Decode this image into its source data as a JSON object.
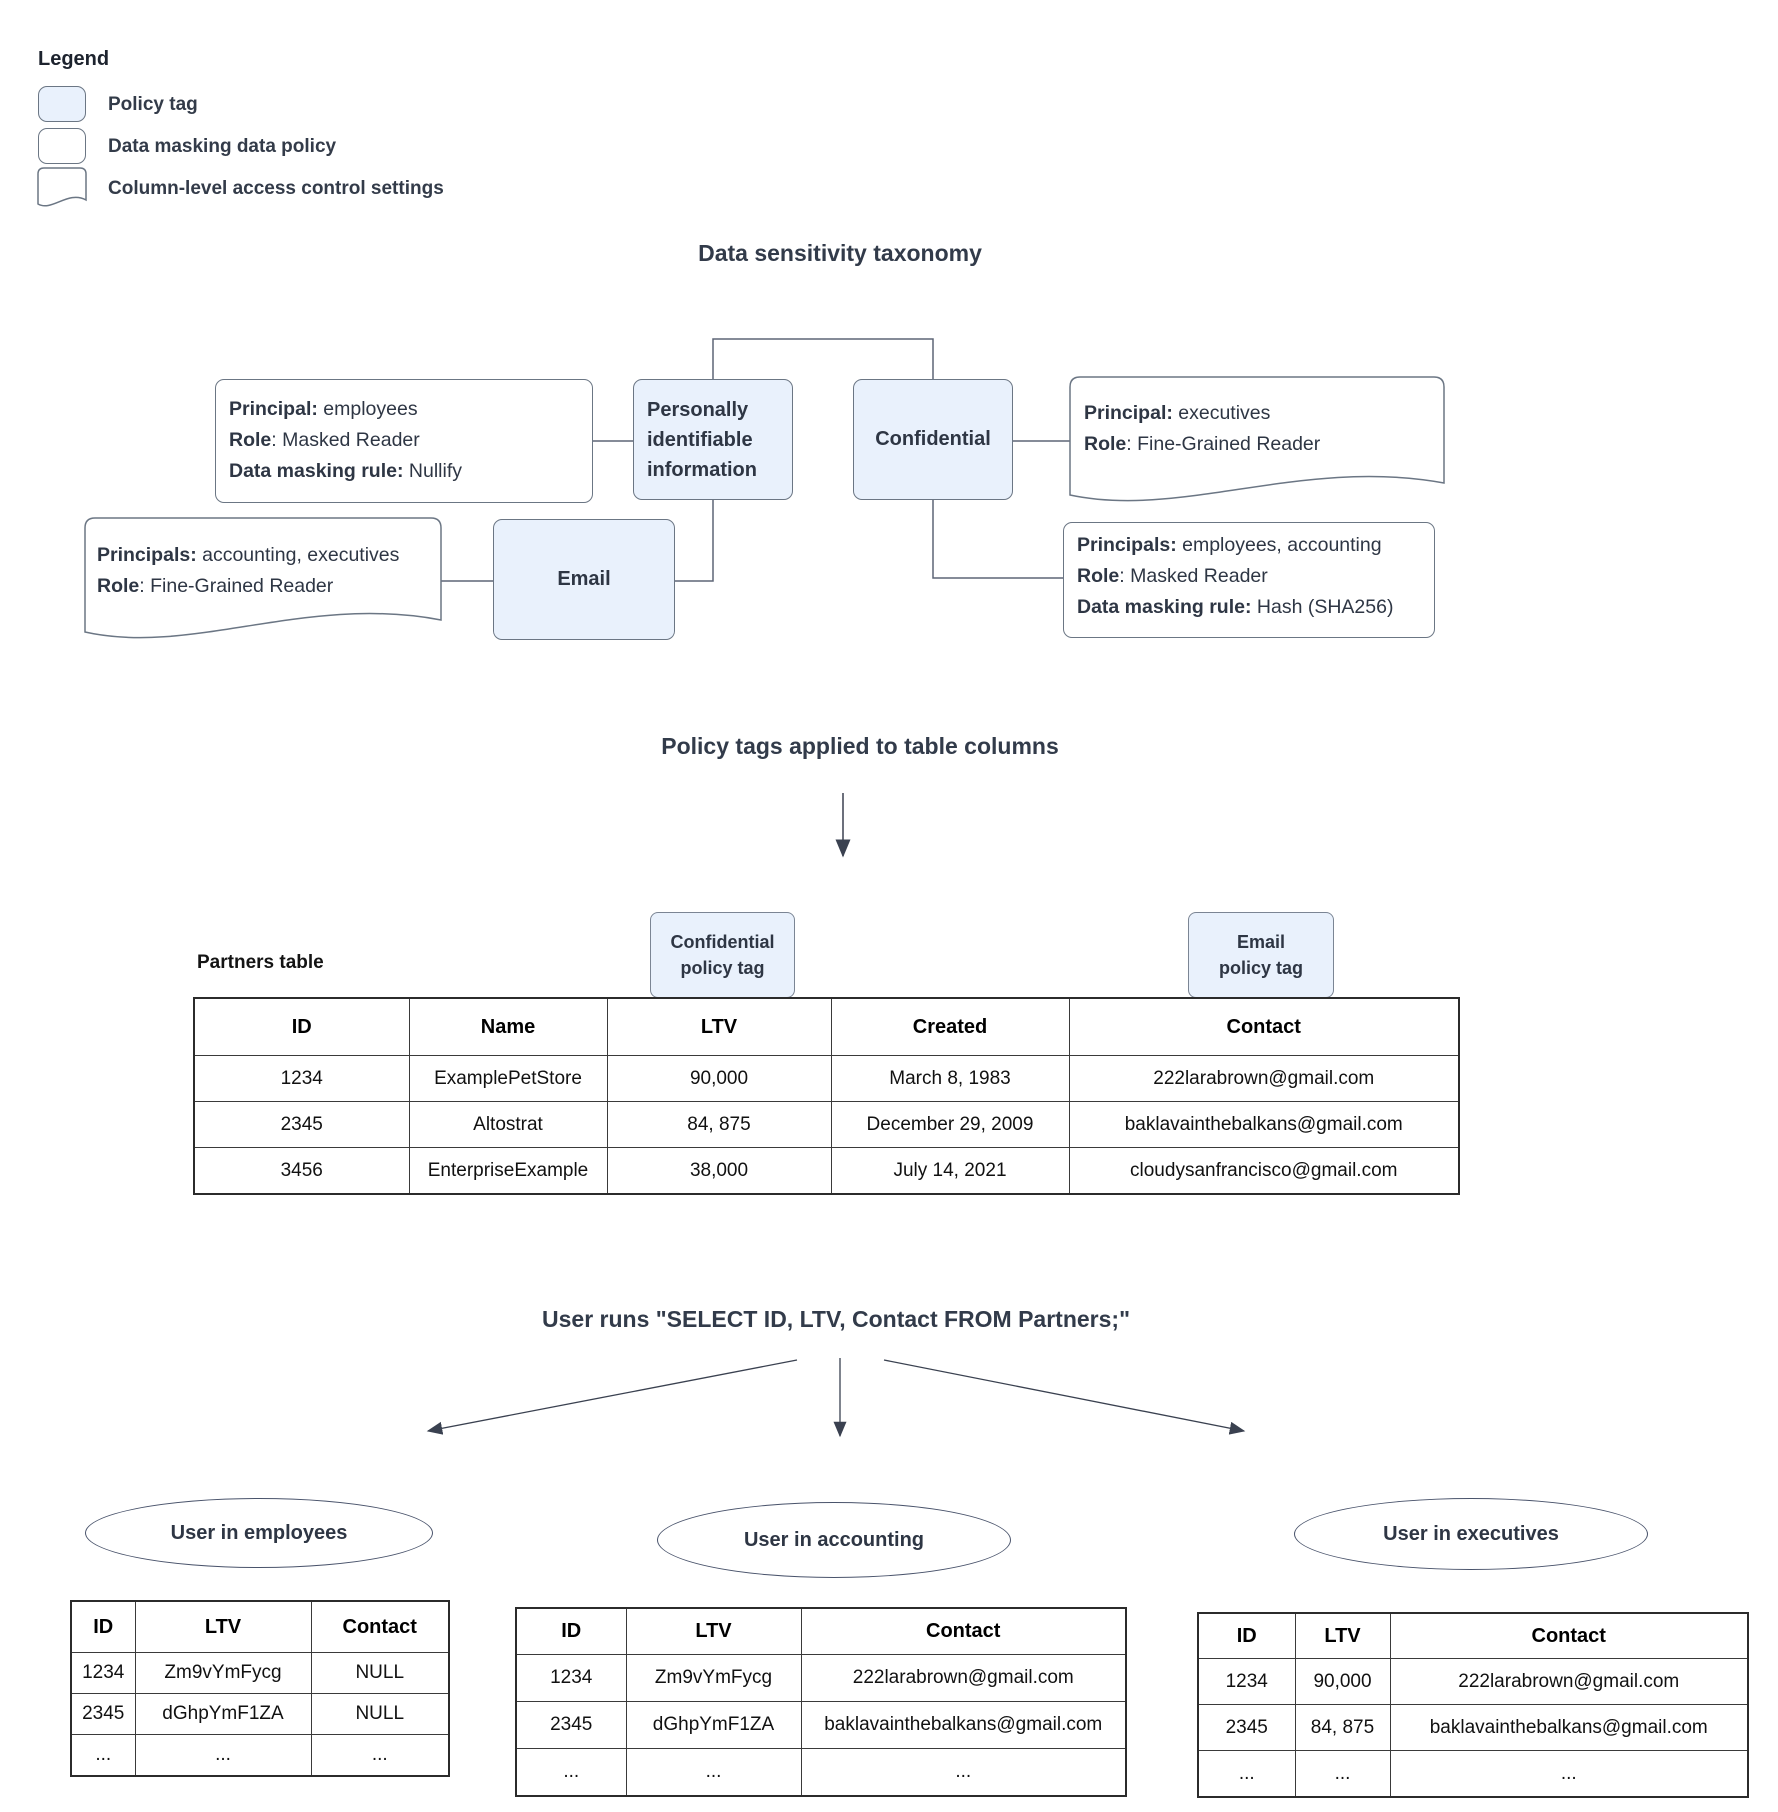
{
  "legend": {
    "title": "Legend",
    "items": [
      {
        "label": "Policy tag"
      },
      {
        "label": "Data masking data policy"
      },
      {
        "label": "Column-level access control settings"
      }
    ]
  },
  "taxonomy": {
    "title": "Data sensitivity taxonomy",
    "tags": {
      "pii": "Personally identifiable information",
      "confidential": "Confidential",
      "email": "Email"
    },
    "policies": {
      "employees_nullify": [
        {
          "label": "Principal:",
          "value": " employees"
        },
        {
          "label": "Role",
          "value": ": Masked Reader"
        },
        {
          "label": "Data masking rule:",
          "value": " Nullify"
        }
      ],
      "executives_acl": [
        {
          "label": "Principal:",
          "value": " executives"
        },
        {
          "label": "Role",
          "value": ": Fine-Grained Reader"
        }
      ],
      "accounting_acl": [
        {
          "label": "Principals:",
          "value": " accounting, executives"
        },
        {
          "label": "Role",
          "value": ": Fine-Grained Reader"
        }
      ],
      "hash_masking": [
        {
          "label": "Principals:",
          "value": " employees, accounting"
        },
        {
          "label": "Role",
          "value": ": Masked Reader"
        },
        {
          "label": "Data masking rule:",
          "value": " Hash (SHA256)"
        }
      ]
    }
  },
  "policy_section": {
    "title": "Policy tags applied to table columns"
  },
  "partners": {
    "label": "Partners table",
    "chips": [
      {
        "line1": "Confidential",
        "line2": "policy tag"
      },
      {
        "line1": "Email",
        "line2": "policy tag"
      }
    ],
    "headers": [
      "ID",
      "Name",
      "LTV",
      "Created",
      "Contact"
    ],
    "rows": [
      [
        "1234",
        "ExamplePetStore",
        "90,000",
        "March 8, 1983",
        "222larabrown@gmail.com"
      ],
      [
        "2345",
        "Altostrat",
        "84, 875",
        "December 29, 2009",
        "baklavainthebalkans@gmail.com"
      ],
      [
        "3456",
        "EnterpriseExample",
        "38,000",
        "July 14, 2021",
        "cloudysanfrancisco@gmail.com"
      ]
    ]
  },
  "query": {
    "title": "User runs \"SELECT ID, LTV, Contact FROM Partners;\""
  },
  "results": [
    {
      "user": "User in employees",
      "headers": [
        "ID",
        "LTV",
        "Contact"
      ],
      "rows": [
        [
          "1234",
          "Zm9vYmFycg",
          "NULL"
        ],
        [
          "2345",
          "dGhpYmF1ZA",
          "NULL"
        ],
        [
          "...",
          "...",
          "..."
        ]
      ]
    },
    {
      "user": "User in accounting",
      "headers": [
        "ID",
        "LTV",
        "Contact"
      ],
      "rows": [
        [
          "1234",
          "Zm9vYmFycg",
          "222larabrown@gmail.com"
        ],
        [
          "2345",
          "dGhpYmF1ZA",
          "baklavainthebalkans@gmail.com"
        ],
        [
          "...",
          "...",
          "..."
        ]
      ]
    },
    {
      "user": "User in executives",
      "headers": [
        "ID",
        "LTV",
        "Contact"
      ],
      "rows": [
        [
          "1234",
          "90,000",
          "222larabrown@gmail.com"
        ],
        [
          "2345",
          "84, 875",
          "baklavainthebalkans@gmail.com"
        ],
        [
          "...",
          "...",
          "..."
        ]
      ]
    }
  ],
  "colors": {
    "policy_tag_fill": "#e9f1fc",
    "shape_border": "#6b7684",
    "text": "#2e3644"
  }
}
